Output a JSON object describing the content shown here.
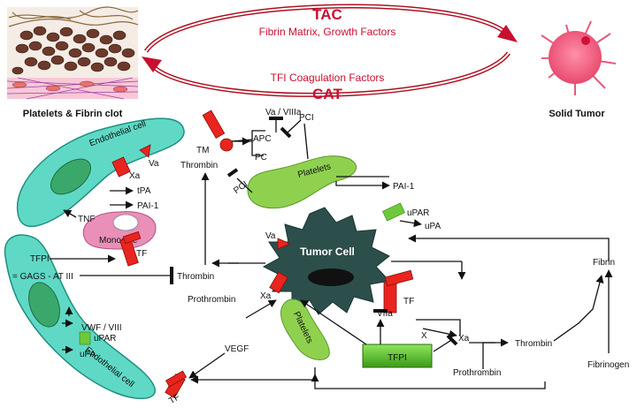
{
  "top": {
    "tac_title": "TAC",
    "tac_sub": "Fibrin Matrix, Growth Factors",
    "cat_sub": "TFI Coagulation Factors",
    "cat_title": "CAT",
    "left_caption": "Platelets & Fibrin clot",
    "right_caption": "Solid Tumor"
  },
  "labels": {
    "va_viiia": "Va / VIIIa",
    "pci_top": "PCI",
    "apc": "APC",
    "pc": "PC",
    "tm": "TM",
    "thrombin_top": "Thrombin",
    "pci_mid": "PCI",
    "platelets_top": "Platelets",
    "pai1_right": "PAI-1",
    "endothelial_top": "Endothelial cell",
    "va_endo": "Va",
    "xa_endo": "Xa",
    "tpa": "tPA",
    "pai1_left": "PAI-1",
    "tnf": "TNF",
    "monocyte": "Monocyte",
    "tfpi_left": "TFPI",
    "tf_left": "TF",
    "gags": "= GAGS - AT III",
    "thrombin_left": "Thrombin",
    "prothrombin_left": "Prothrombin",
    "vwf": "VWF / VIII",
    "upar_left": "uPAR",
    "upa_left": "uPA",
    "endothelial_bottom": "Endothelial cell",
    "vegf": "VEGF",
    "tf_bottom": "TF",
    "tumor_cell": "Tumor Cell",
    "va_tumor": "Va",
    "xa_tumor": "Xa",
    "upar_right": "uPAR",
    "upa_right": "uPA",
    "tf_tumor": "TF",
    "viia": "VIIa",
    "x": "X",
    "xa_right": "Xa",
    "platelets_bottom": "Platelets",
    "tfpi_bottom": "TFPI",
    "prothrombin_right": "Prothrombin",
    "thrombin_right": "Thrombin",
    "fibrin": "Fibrin",
    "fibrinogen": "Fibrinogen"
  },
  "colors": {
    "accent_red": "#c8102e",
    "endothelial": "#5fd9c6",
    "platelet_green": "#8fd14f",
    "monocyte_pink": "#e98fb8",
    "tumor_dark": "#2d4f4c",
    "receptor_red": "#e8251e",
    "tfpi_green": "#5bbf2a"
  }
}
